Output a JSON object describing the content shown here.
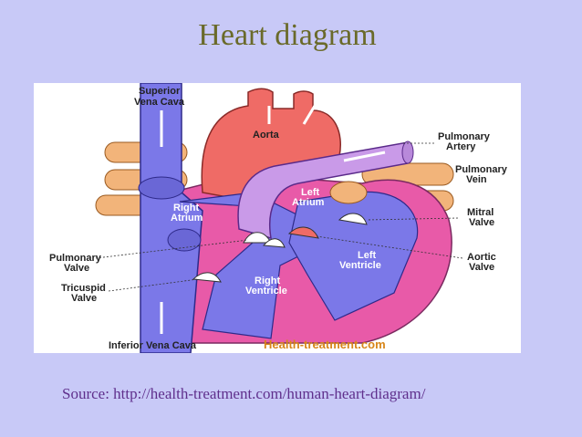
{
  "slide": {
    "title": "Heart diagram",
    "source": "Source: http://health-treatment.com/human-heart-diagram/"
  },
  "diagram": {
    "labels": {
      "superior_vena_cava_1": "Superior",
      "superior_vena_cava_2": "Vena Cava",
      "aorta": "Aorta",
      "pulmonary_artery_1": "Pulmonary",
      "pulmonary_artery_2": "Artery",
      "pulmonary_vein_1": "Pulmonary",
      "pulmonary_vein_2": "Vein",
      "left_atrium_1": "Left",
      "left_atrium_2": "Atrium",
      "right_atrium_1": "Right",
      "right_atrium_2": "Atrium",
      "mitral_valve_1": "Mitral",
      "mitral_valve_2": "Valve",
      "aortic_valve_1": "Aortic",
      "aortic_valve_2": "Valve",
      "left_ventricle_1": "Left",
      "left_ventricle_2": "Ventricle",
      "right_ventricle_1": "Right",
      "right_ventricle_2": "Ventricle",
      "pulmonary_valve_1": "Pulmonary",
      "pulmonary_valve_2": "Valve",
      "tricuspid_valve_1": "Tricuspid",
      "tricuspid_valve_2": "Valve",
      "inferior_vena_cava": "Inferior Vena Cava",
      "watermark": "Health-treatment.com"
    },
    "colors": {
      "deoxygenated": "#7b78e8",
      "oxygenated_red": "#ef6b66",
      "pulmonary_artery": "#c99ae8",
      "pulmonary_vein": "#f2b47a",
      "heart_wall": "#e85aa8"
    }
  }
}
